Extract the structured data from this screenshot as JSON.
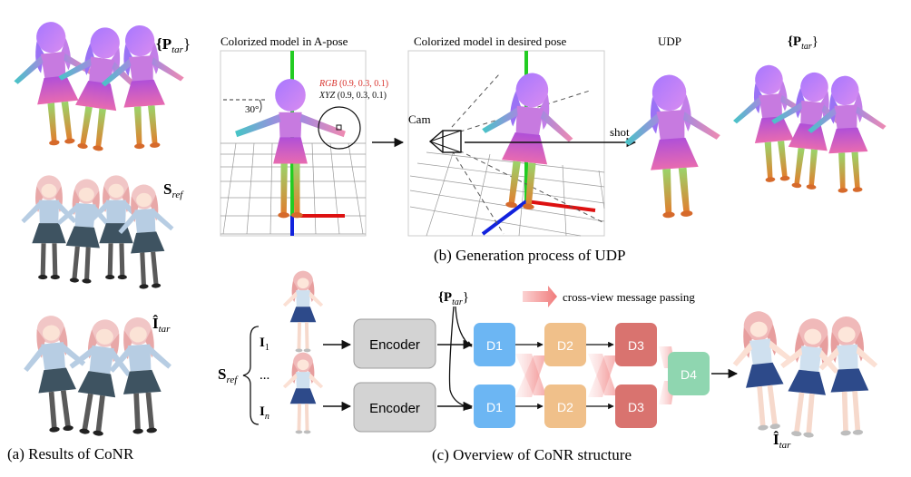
{
  "panels": {
    "a": {
      "caption": "(a) Results of CoNR",
      "labels": {
        "p_tar": "{P",
        "p_tar_sub": "tar",
        "p_tar_close": "}",
        "s_ref": "S",
        "s_ref_sub": "ref",
        "i_tar": "Î",
        "i_tar_sub": "tar"
      }
    },
    "b": {
      "caption": "(b) Generation process of UDP",
      "col1_title": "Colorized model in A-pose",
      "col2_title": "Colorized model in desired pose",
      "col3_title": "UDP",
      "col4_title": "{P",
      "col4_title_sub": "tar",
      "col4_title_close": "}",
      "rgb_label": "RGB",
      "rgb_value": "(0.9, 0.3, 0.1)",
      "xyz_label": "XYZ",
      "xyz_value": "(0.9, 0.3, 0.1)",
      "angle": "30°",
      "cam_label": "Cam",
      "shot_label": "shot"
    },
    "c": {
      "caption": "(c) Overview of CoNR structure",
      "ptar_label": "{P",
      "ptar_sub": "tar",
      "ptar_close": "}",
      "legend": "cross-view message passing",
      "sref_label": "S",
      "sref_sub": "ref",
      "input_1": "I",
      "input_1_sub": "1",
      "input_dots": "...",
      "input_n": "I",
      "input_n_sub": "n",
      "encoder_top": "Encoder",
      "encoder_bottom": "Encoder",
      "d1_top": "D1",
      "d2_top": "D2",
      "d3_top": "D3",
      "d1_bottom": "D1",
      "d2_bottom": "D2",
      "d3_bottom": "D3",
      "d4": "D4",
      "output_label": "Î",
      "output_sub": "tar"
    }
  },
  "colors": {
    "d1": "#6cb6f3",
    "d2": "#f0c08a",
    "d3": "#d9736f",
    "d4": "#8fd6b0",
    "encoder": "#d3d3d3",
    "axis_green": "#22cc22",
    "axis_red": "#dd1111",
    "axis_blue": "#1122dd",
    "rgb_red": "#d8322c"
  }
}
